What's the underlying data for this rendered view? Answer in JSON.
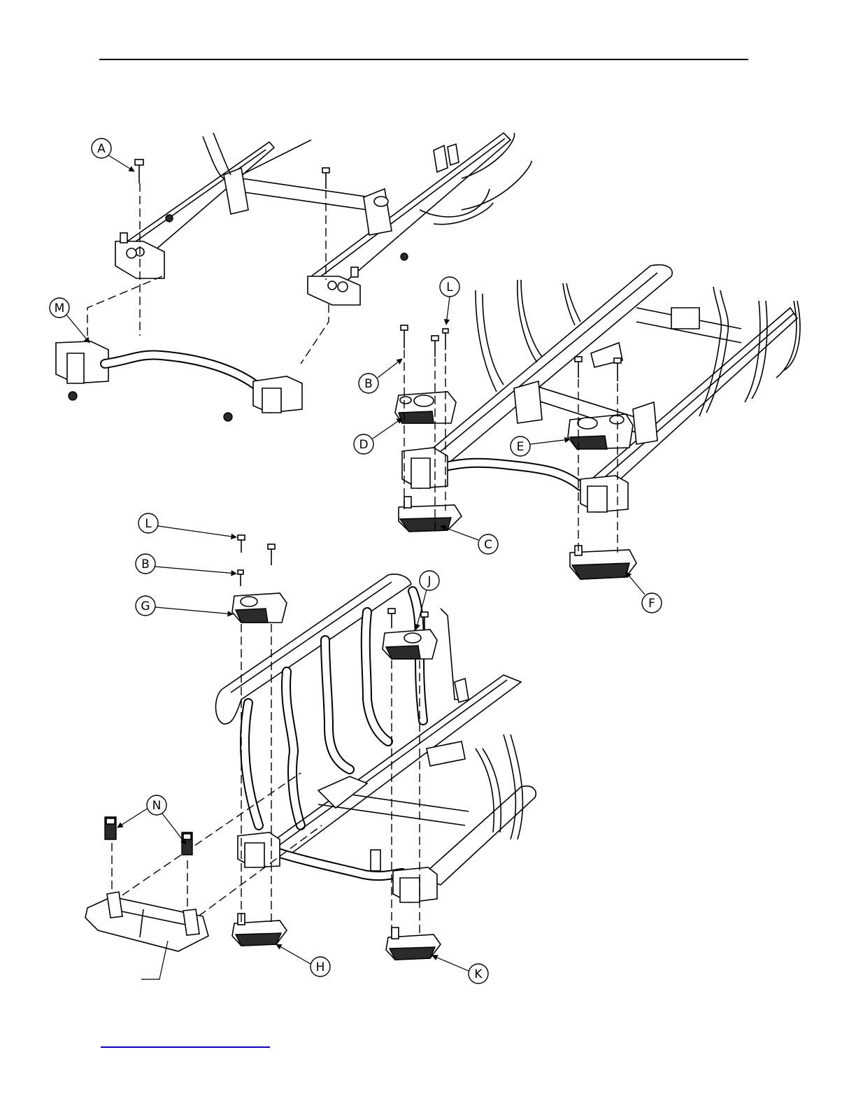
{
  "callouts": {
    "A": "A",
    "M": "M",
    "L1": "L",
    "B1": "B",
    "D": "D",
    "E": "E",
    "C": "C",
    "F": "F",
    "L2": "L",
    "B2": "B",
    "G": "G",
    "J": "J",
    "N": "N",
    "H": "H",
    "K": "K"
  },
  "colors": {
    "line": "#000000",
    "link_rule": "#0000ee",
    "background": "#ffffff"
  }
}
